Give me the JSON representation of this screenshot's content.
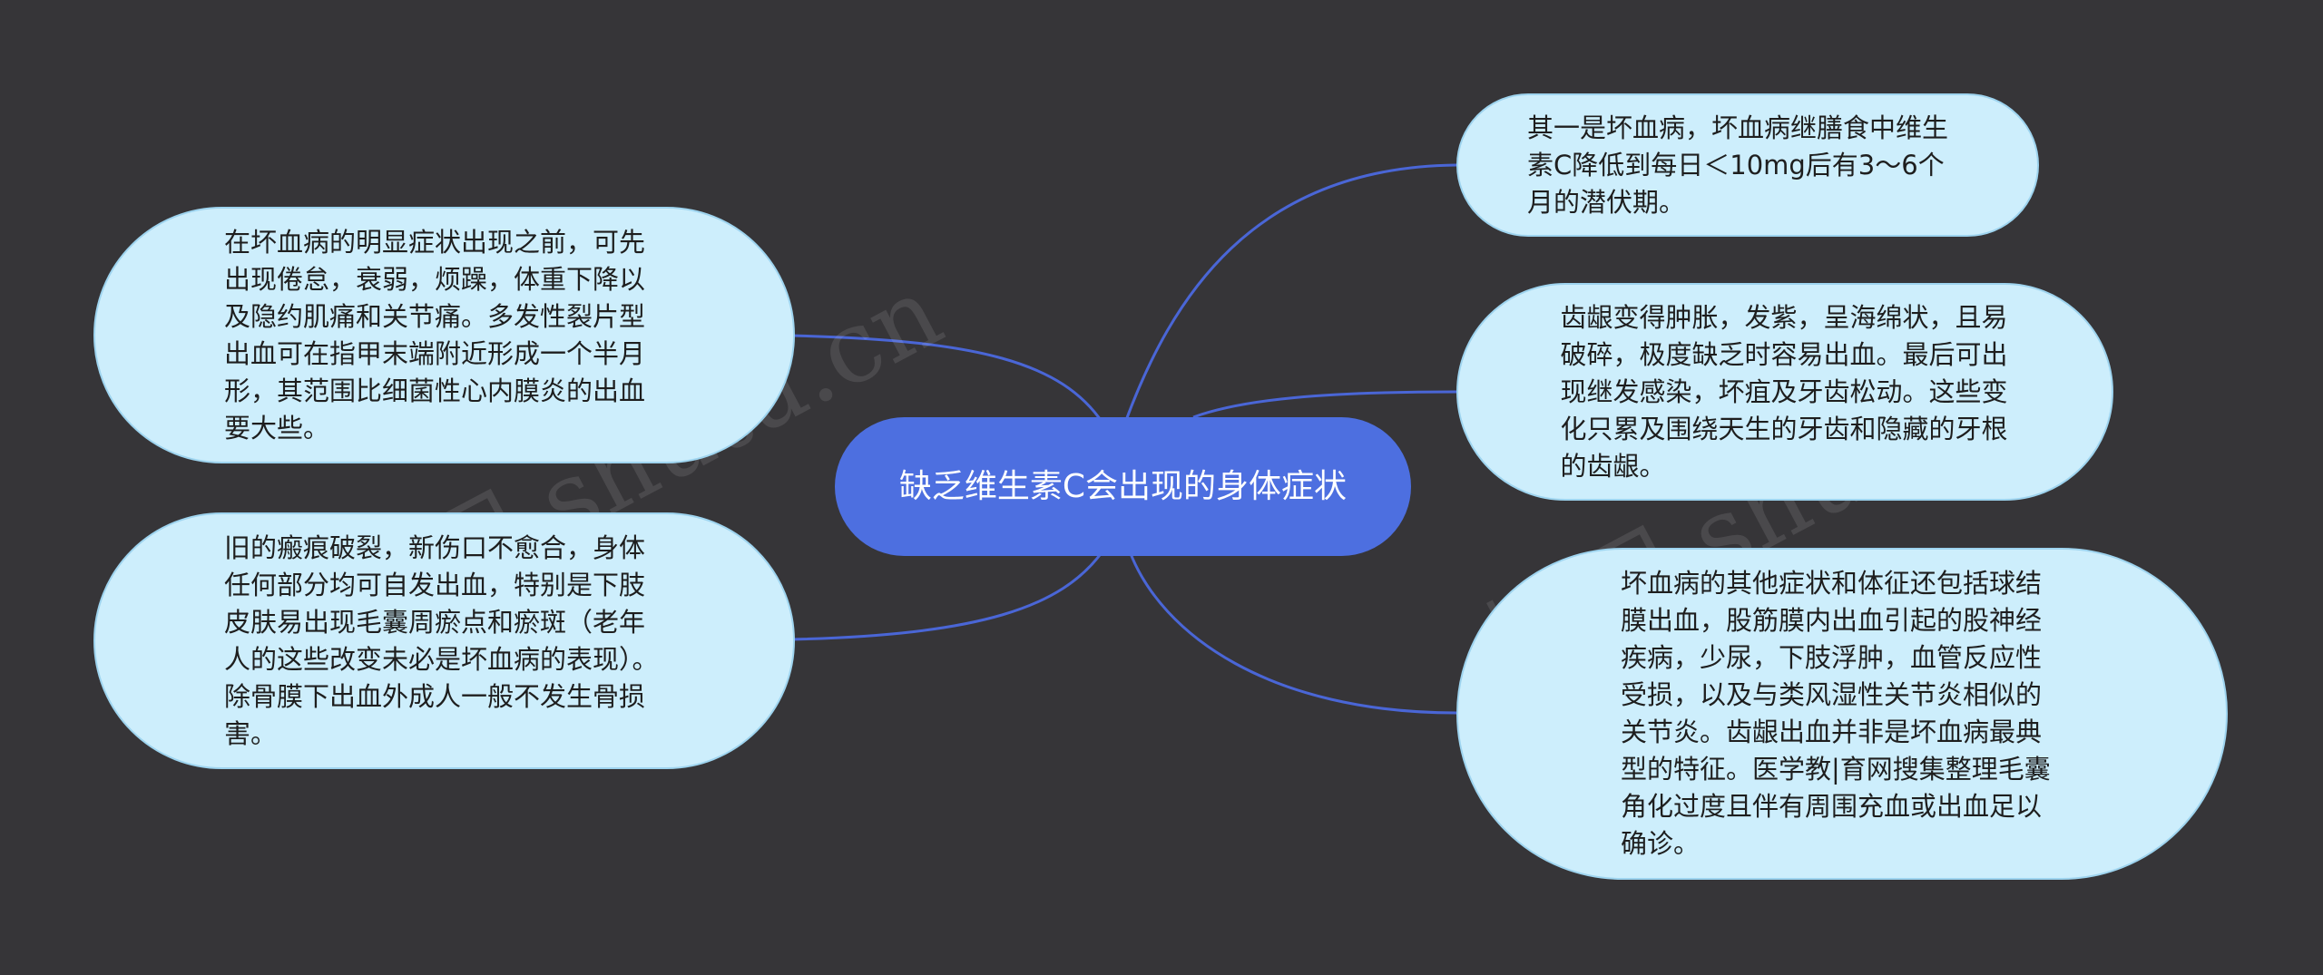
{
  "center": {
    "label": "缺乏维生素C会出现的身体症状"
  },
  "nodes": {
    "left_top": "在坏血病的明显症状出现之前，可先出现倦怠，衰弱，烦躁，体重下降以及隐约肌痛和关节痛。多发性裂片型出血可在指甲末端附近形成一个半月形，其范围比细菌性心内膜炎的出血要大些。",
    "left_bottom": "旧的瘢痕破裂，新伤口不愈合，身体任何部分均可自发出血，特别是下肢皮肤易出现毛囊周瘀点和瘀斑（老年人的这些改变未必是坏血病的表现）。除骨膜下出血外成人一般不发生骨损害。",
    "right_top": "其一是坏血病，坏血病继膳食中维生素C降低到每日＜10mg后有3～6个月的潜伏期。",
    "right_middle": "齿龈变得肿胀，发紫，呈海绵状，且易破碎，极度缺乏时容易出血。最后可出现继发感染，坏疽及牙齿松动。这些变化只累及围绕天生的牙齿和隐藏的牙根的齿龈。",
    "right_bottom": "坏血病的其他症状和体征还包括球结膜出血，股筋膜内出血引起的股神经疾病，少尿，下肢浮肿，血管反应性受损，以及与类风湿性关节炎相似的关节炎。齿龈出血并非是坏血病最典型的特征。医学教|育网搜集整理毛囊角化过度且伴有周围充血或出血足以确诊。"
  },
  "watermarks": [
    "树图 shutu.cn",
    "树图 shutu.cn"
  ],
  "colors": {
    "background": "#363538",
    "center_fill": "#4d6fe0",
    "node_fill": "#cdeefc",
    "connector": "#4a66d6"
  }
}
